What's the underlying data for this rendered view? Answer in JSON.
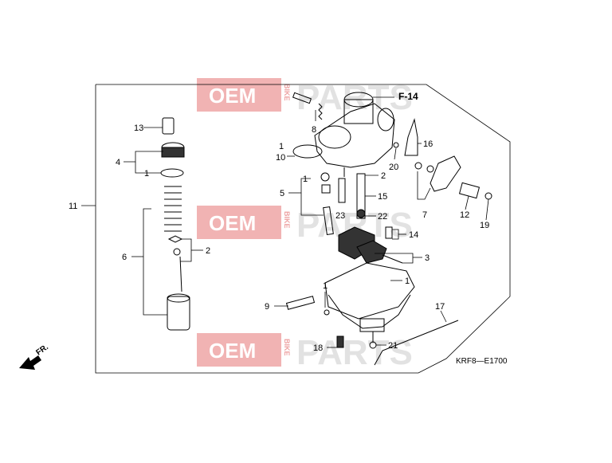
{
  "diagram": {
    "code": "KRF8—E1700",
    "cross_reference": "F-14",
    "front_indicator": "FR.",
    "watermark": {
      "brand": "OEM",
      "small": "BIKE",
      "word": "PARTS"
    },
    "callouts": [
      {
        "id": "c13",
        "label": "13"
      },
      {
        "id": "c4",
        "label": "4"
      },
      {
        "id": "c1a",
        "label": "1"
      },
      {
        "id": "c11",
        "label": "11"
      },
      {
        "id": "c6",
        "label": "6"
      },
      {
        "id": "c2a",
        "label": "2"
      },
      {
        "id": "c8",
        "label": "8"
      },
      {
        "id": "c1b",
        "label": "1"
      },
      {
        "id": "c10",
        "label": "10"
      },
      {
        "id": "c16",
        "label": "16"
      },
      {
        "id": "c20",
        "label": "20"
      },
      {
        "id": "c1c",
        "label": "1"
      },
      {
        "id": "c5",
        "label": "5"
      },
      {
        "id": "c2b",
        "label": "2"
      },
      {
        "id": "c15",
        "label": "15"
      },
      {
        "id": "c23",
        "label": "23"
      },
      {
        "id": "c22",
        "label": "22"
      },
      {
        "id": "c7",
        "label": "7"
      },
      {
        "id": "c12",
        "label": "12"
      },
      {
        "id": "c19",
        "label": "19"
      },
      {
        "id": "c14",
        "label": "14"
      },
      {
        "id": "c3",
        "label": "3"
      },
      {
        "id": "c1d",
        "label": "1"
      },
      {
        "id": "c1e",
        "label": "1"
      },
      {
        "id": "c9",
        "label": "9"
      },
      {
        "id": "c17",
        "label": "17"
      },
      {
        "id": "c18",
        "label": "18"
      },
      {
        "id": "c21",
        "label": "21"
      }
    ]
  }
}
